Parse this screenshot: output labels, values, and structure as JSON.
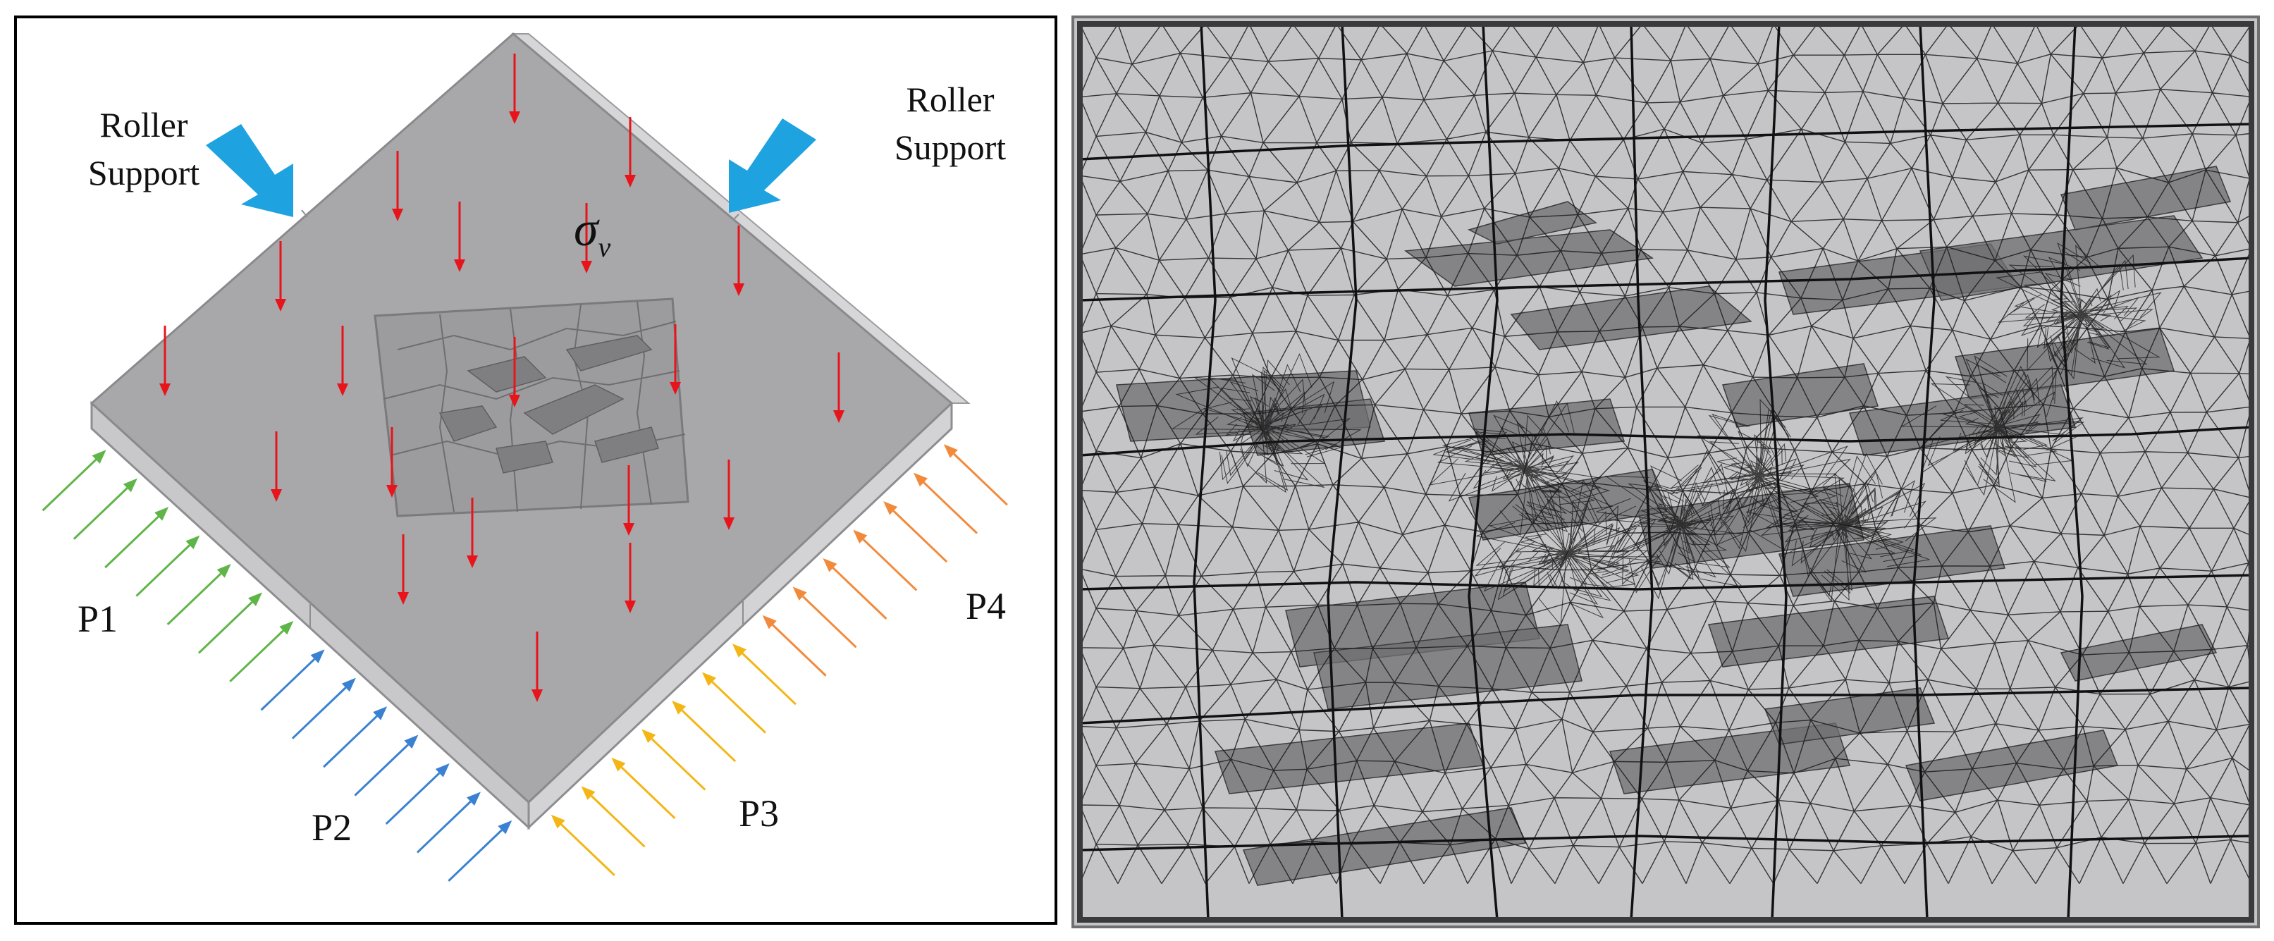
{
  "figure": {
    "left_panel": {
      "support_labels": {
        "left": [
          "Roller",
          "Support"
        ],
        "right": [
          "Roller",
          "Support"
        ]
      },
      "stress_symbol": "σ",
      "stress_subscript": "v",
      "pressure_labels": [
        "P1",
        "P2",
        "P3",
        "P4"
      ],
      "colors": {
        "stress_arrows": "#e8141b",
        "support_arrows": "#1ea3e0",
        "p1": "#5fb548",
        "p2": "#3a82d1",
        "p3": "#f4b615",
        "p4": "#f28a3c",
        "block_top": "#a9a9ab",
        "block_side": "#c9c9cb"
      }
    },
    "right_panel": {
      "colors": {
        "background": "#c5c5c7",
        "mesh": "#1a1a1a",
        "fractures": "#6d6d6d"
      }
    }
  }
}
